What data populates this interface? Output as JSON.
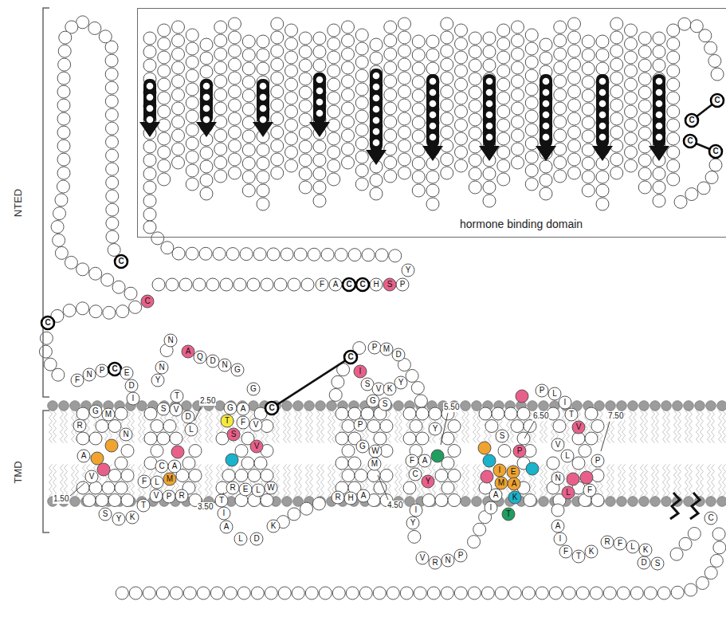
{
  "diagram": {
    "nodes": [
      {
        "text": [
          "hormone binding domain"
        ]
      }
    ],
    "labels": [
      "NTED",
      "TMD",
      "1.50",
      "2.50",
      "3.50",
      "4.50",
      "5.50",
      "6.50",
      "7.50",
      "C",
      "C",
      "C",
      "C",
      "Y",
      "P",
      "S",
      "H",
      "C",
      "C",
      "A",
      "F",
      "C",
      "C",
      "C",
      "F",
      "N",
      "P",
      "C",
      "E",
      "D",
      "I",
      "G",
      "M",
      "R",
      "N",
      "A",
      "V",
      "S",
      "Y",
      "K",
      "T",
      "T",
      "S",
      "V",
      "D",
      "L",
      "C",
      "A",
      "F",
      "L",
      "M",
      "V",
      "P",
      "R",
      "Y",
      "N",
      "N",
      "A",
      "Q",
      "D",
      "N",
      "G",
      "G",
      "C",
      "G",
      "A",
      "T",
      "F",
      "V",
      "S",
      "V",
      "R",
      "E",
      "L",
      "W",
      "T",
      "I",
      "A",
      "L",
      "D",
      "K",
      "C",
      "I",
      "S",
      "V",
      "K",
      "Y",
      "P",
      "M",
      "D",
      "G",
      "S",
      "P",
      "G",
      "W",
      "M",
      "R",
      "H",
      "A",
      "Y",
      "F",
      "A",
      "C",
      "Y",
      "I",
      "Y",
      "V",
      "R",
      "N",
      "P",
      "S",
      "P",
      "I",
      "E",
      "M",
      "A",
      "A",
      "K",
      "I",
      "T",
      "P",
      "L",
      "I",
      "T",
      "V",
      "V",
      "L",
      "N",
      "P",
      "F",
      "L",
      "A",
      "I",
      "F",
      "T",
      "K",
      "R",
      "F",
      "L",
      "K",
      "D",
      "S",
      "C"
    ]
  }
}
